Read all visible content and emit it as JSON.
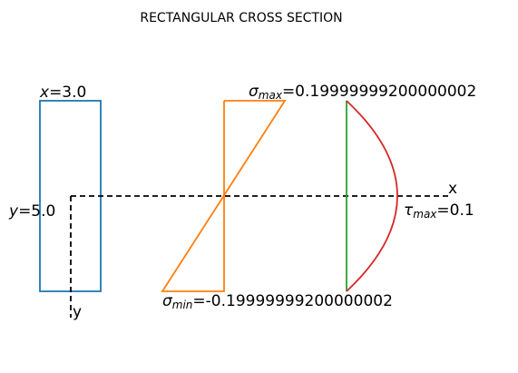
{
  "title": "RECTANGULAR CROSS SECTION",
  "cross_section": {
    "width_label": "x=3.0",
    "width_var": "x",
    "width_value": "=3.0",
    "height_label": "y=5.0",
    "height_var": "y",
    "height_value": "=5.0"
  },
  "axes": {
    "x_label": "x",
    "y_label": "y"
  },
  "normal_stress": {
    "max_symbol": "σ",
    "max_subscript": "max",
    "max_value": "=0.19999999200000002",
    "min_symbol": "σ",
    "min_subscript": "min",
    "min_value": "=-0.19999999200000002"
  },
  "shear_stress": {
    "max_symbol": "τ",
    "max_subscript": "max",
    "max_value": "=0.1"
  },
  "colors": {
    "section": "#1f77b4",
    "normal_stress": "#ff7f0e",
    "shear_axis": "#2ca02c",
    "shear_curve": "#d62728",
    "axes": "#000000"
  }
}
